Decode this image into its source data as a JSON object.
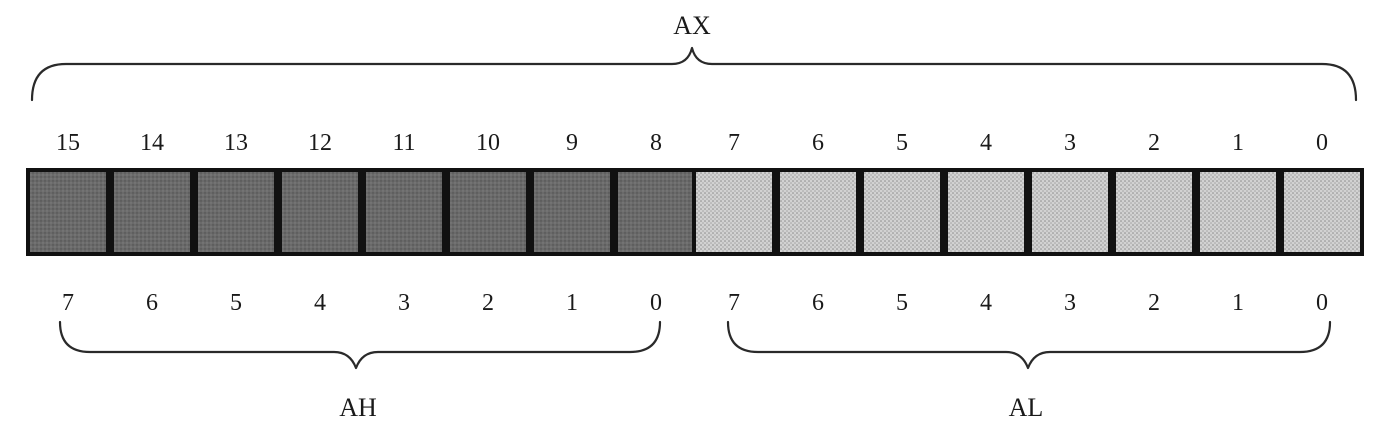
{
  "register": {
    "name": "AX",
    "high": {
      "name": "AH",
      "bit_numbers": [
        "7",
        "6",
        "5",
        "4",
        "3",
        "2",
        "1",
        "0"
      ]
    },
    "low": {
      "name": "AL",
      "bit_numbers": [
        "7",
        "6",
        "5",
        "4",
        "3",
        "2",
        "1",
        "0"
      ]
    },
    "full_bit_numbers": [
      "15",
      "14",
      "13",
      "12",
      "11",
      "10",
      "9",
      "8",
      "7",
      "6",
      "5",
      "4",
      "3",
      "2",
      "1",
      "0"
    ]
  },
  "colors": {
    "high_byte_fill": "#6a6a6a",
    "low_byte_fill": "#c8c8c8",
    "cell_border": "#111111"
  }
}
